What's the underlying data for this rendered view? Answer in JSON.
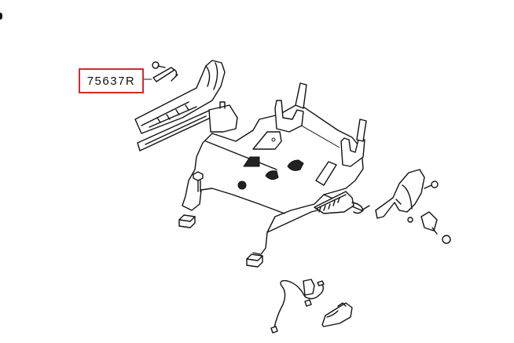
{
  "diagram": {
    "type": "exploded parts diagram",
    "subject": "seat frame / seat adjuster assembly",
    "callouts": [
      {
        "label": "75637R",
        "highlighted": true,
        "highlight_color": "#d42a2e",
        "points_to": "seat recliner lever cover (left)"
      }
    ]
  }
}
